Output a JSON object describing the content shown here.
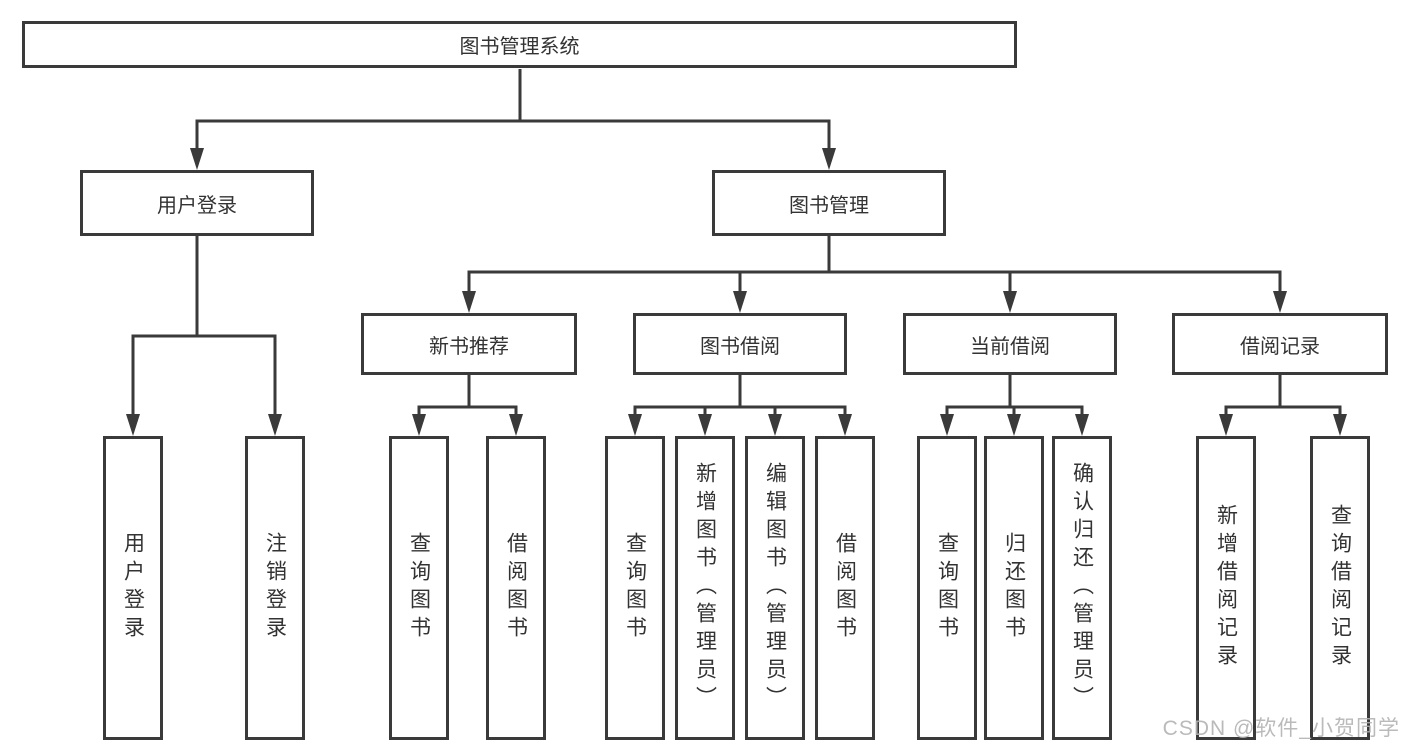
{
  "diagram": {
    "root": {
      "label": "图书管理系统",
      "children": [
        {
          "label": "用户登录",
          "children": [
            {
              "label": "用户登录"
            },
            {
              "label": "注销登录"
            }
          ]
        },
        {
          "label": "图书管理",
          "children": [
            {
              "label": "新书推荐",
              "children": [
                {
                  "label": "查询图书"
                },
                {
                  "label": "借阅图书"
                }
              ]
            },
            {
              "label": "图书借阅",
              "children": [
                {
                  "label": "查询图书"
                },
                {
                  "label": "新增图书（管理员）"
                },
                {
                  "label": "编辑图书（管理员）"
                },
                {
                  "label": "借阅图书"
                }
              ]
            },
            {
              "label": "当前借阅",
              "children": [
                {
                  "label": "查询图书"
                },
                {
                  "label": "归还图书"
                },
                {
                  "label": "确认归还（管理员）"
                }
              ]
            },
            {
              "label": "借阅记录",
              "children": [
                {
                  "label": "新增借阅记录"
                },
                {
                  "label": "查询借阅记录"
                }
              ]
            }
          ]
        }
      ]
    },
    "colors": {
      "line": "#3a3a3a",
      "box_border": "#3a3a3a",
      "text": "#333333",
      "watermark": "#b2b2b2"
    }
  },
  "watermark": {
    "text": "CSDN @软件_小贺同学"
  }
}
